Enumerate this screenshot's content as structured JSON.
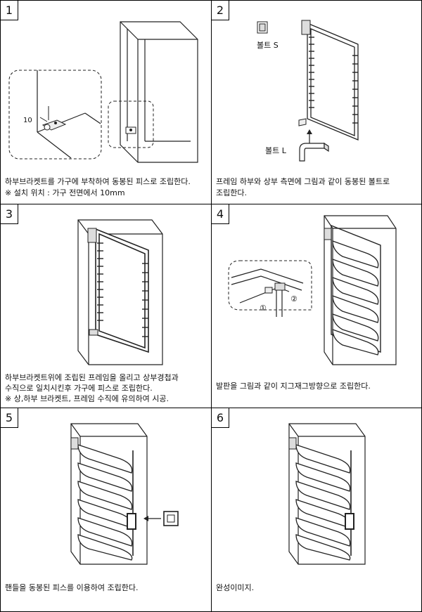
{
  "steps": [
    {
      "number": "1",
      "lines": [
        "하부브라켓트를 가구에 부착하여 동봉된 피스로 조립한다.",
        "※ 설치 위치 : 가구 전면에서 10mm"
      ],
      "dimension": "10"
    },
    {
      "number": "2",
      "lines": [
        "프레임 하부와 상부 측면에 그림과 같이 동봉된 볼트로",
        "조립한다."
      ],
      "label_s": "볼트 S",
      "label_l": "볼트 L"
    },
    {
      "number": "3",
      "lines": [
        "하부브라켓트위에 조립된 프레임을 올리고 상부경첩과",
        "수직으로 일치시킨후 가구에 피스로 조립한다.",
        "※ 상,하부 브라켓트, 프레임 수직에 유의하여 시공."
      ]
    },
    {
      "number": "4",
      "lines": [
        "발판을 그림과 같이 지그재그방향으로 조립한다."
      ],
      "marker_1": "①",
      "marker_2": "②"
    },
    {
      "number": "5",
      "lines": [
        "핸들을 동봉된 피스를 이용하여 조립한다."
      ]
    },
    {
      "number": "6",
      "lines": [
        "완성이미지."
      ]
    }
  ]
}
